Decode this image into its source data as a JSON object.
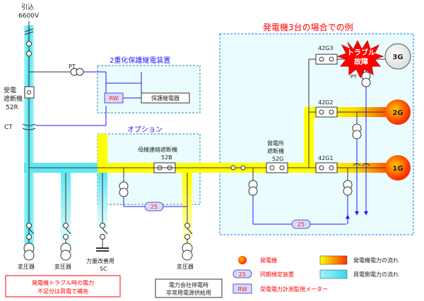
{
  "incoming": {
    "label": "引込",
    "voltage": "6600V"
  },
  "receiving_breaker": {
    "line1": "受電",
    "line2": "遮断機",
    "code": "52R"
  },
  "ct_label": "CT",
  "pt_label": "PT",
  "protection_box": {
    "title": "2重化保護継電装置",
    "rw": "RW",
    "relay": "保護継電器"
  },
  "option_box": {
    "title": "オプション",
    "tie_breaker": "母線連絡遮断機",
    "code": "52B"
  },
  "example_box": {
    "title": "発電機3台の場合での例",
    "plant_breaker_line1": "発電所",
    "plant_breaker_line2": "遮断機",
    "plant_breaker_code": "52G",
    "pt_label": "PT"
  },
  "generators": [
    {
      "name": "3G",
      "breaker": "42G3"
    },
    {
      "name": "2G",
      "breaker": "42G2"
    },
    {
      "name": "1G",
      "breaker": "42G1"
    }
  ],
  "trouble_burst": {
    "line1": "トラブル",
    "line2": "故障"
  },
  "sync_label": "25",
  "transformer_label": "変圧器",
  "sc": {
    "line1": "力量改善用",
    "line2": "SC"
  },
  "note_left": {
    "line1": "発電機トラブル時の電力",
    "line2": "不足分は買電で補充"
  },
  "note_right": {
    "line1": "電力会社停電時",
    "line2": "非常用電源供給用"
  },
  "legend": {
    "generator": "発電機",
    "sync_symbol": "25",
    "sync": "同期検定装置",
    "rw_symbol": "RW",
    "rw": "受電電力計測監視メーター",
    "gen_flow": "発電機電力の流れ",
    "buy_flow": "買電側電力の流れ"
  },
  "colors": {
    "buy_flow": "#5fe6f0",
    "gen_flow_start": "#ffff00",
    "gen_flow_end": "#ff3300",
    "accent_blue": "#1a1aff",
    "alert_red": "#ff0000"
  }
}
